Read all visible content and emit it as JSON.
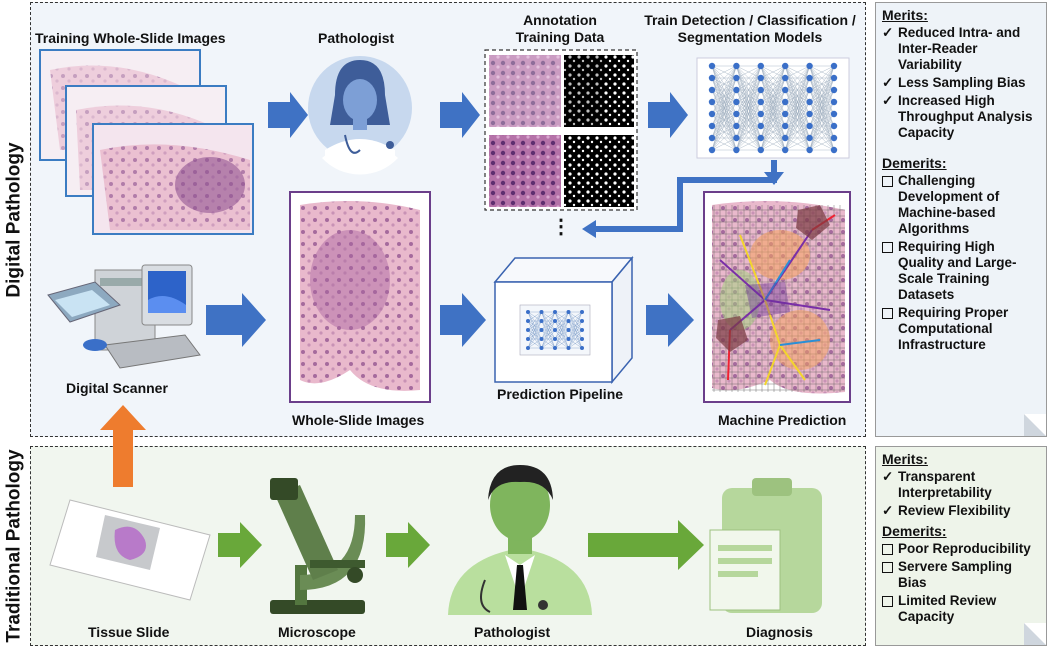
{
  "sections": {
    "digital": "Digital Pathology",
    "traditional": "Traditional Pathology"
  },
  "digital": {
    "training_wsi": "Training Whole-Slide Images",
    "pathologist": "Pathologist",
    "annotation": "Annotation\nTraining Data",
    "train_models": "Train Detection / Classification /\nSegmentation Models",
    "digital_scanner": "Digital Scanner",
    "wsi": "Whole-Slide Images",
    "prediction_pipeline": "Prediction Pipeline",
    "machine_prediction": "Machine Prediction"
  },
  "traditional": {
    "tissue_slide": "Tissue Slide",
    "microscope": "Microscope",
    "pathologist": "Pathologist",
    "diagnosis": "Diagnosis"
  },
  "digital_notes": {
    "merits_title": "Merits:",
    "merits": [
      "Reduced Intra- and Inter-Reader Variability",
      "Less Sampling Bias",
      "Increased High Throughput Analysis Capacity"
    ],
    "demerits_title": "Demerits:",
    "demerits": [
      "Challenging Development of Machine-based Algorithms",
      "Requiring High Quality and Large-Scale Training Datasets",
      "Requiring Proper Computational Infrastructure"
    ]
  },
  "traditional_notes": {
    "merits_title": "Merits:",
    "merits": [
      "Transparent Interpretability",
      "Review Flexibility"
    ],
    "demerits_title": "Demerits:",
    "demerits": [
      "Poor Reproducibility",
      "Servere Sampling Bias",
      "Limited Review Capacity"
    ]
  },
  "colors": {
    "digital_arrow": "#3f72c4",
    "traditional_arrow": "#69a83a",
    "scanner_arrow": "#ee7c2e"
  },
  "icons": {
    "ellipsis": "⋮"
  }
}
